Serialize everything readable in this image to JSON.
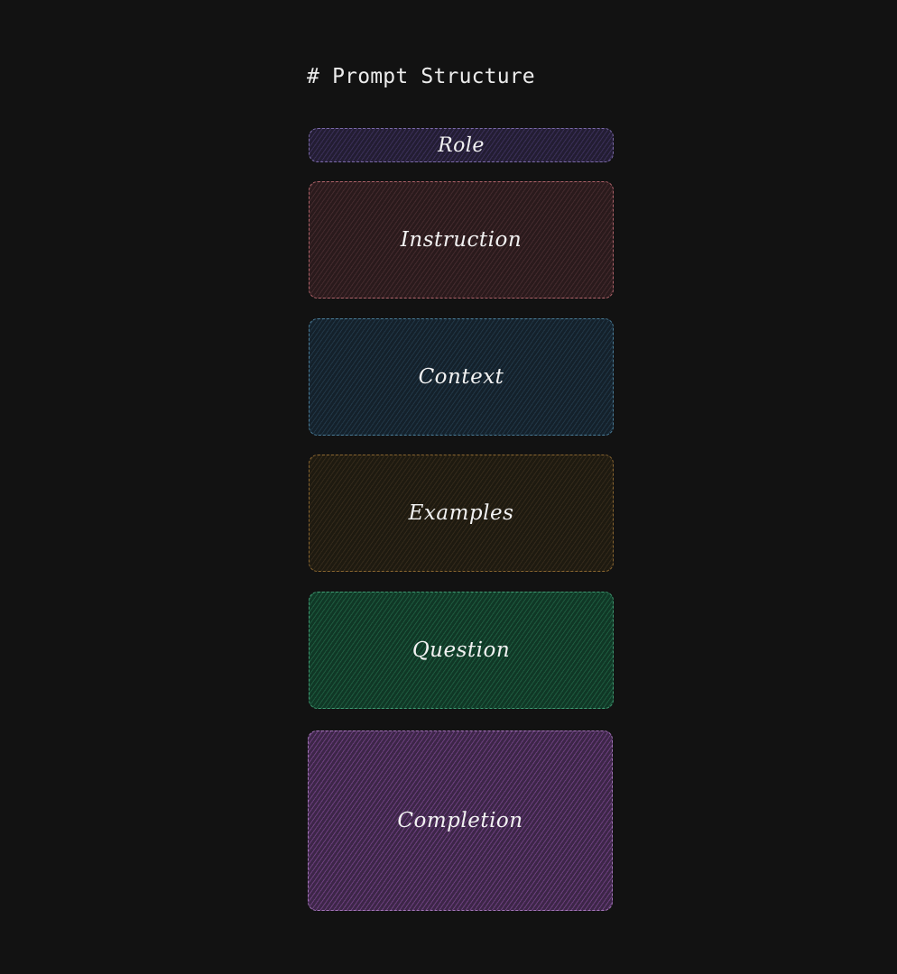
{
  "title": "# Prompt Structure",
  "blocks": [
    {
      "id": "role",
      "label": "Role",
      "fill": "#231d33",
      "hatch": "#3a2f57",
      "border": "#7b6aa8"
    },
    {
      "id": "instruction",
      "label": "Instruction",
      "fill": "#2a1a1c",
      "hatch": "#432a2d",
      "border": "#b0636a"
    },
    {
      "id": "context",
      "label": "Context",
      "fill": "#14212b",
      "hatch": "#213646",
      "border": "#4a7d99"
    },
    {
      "id": "examples",
      "label": "Examples",
      "fill": "#1e1a10",
      "hatch": "#33291a",
      "border": "#8a6630"
    },
    {
      "id": "question",
      "label": "Question",
      "fill": "#103826",
      "hatch": "#1e5a3f",
      "border": "#3f9a72"
    },
    {
      "id": "completion",
      "label": "Completion",
      "fill": "#3d2648",
      "hatch": "#6a3f7c",
      "border": "#a376b8"
    }
  ]
}
